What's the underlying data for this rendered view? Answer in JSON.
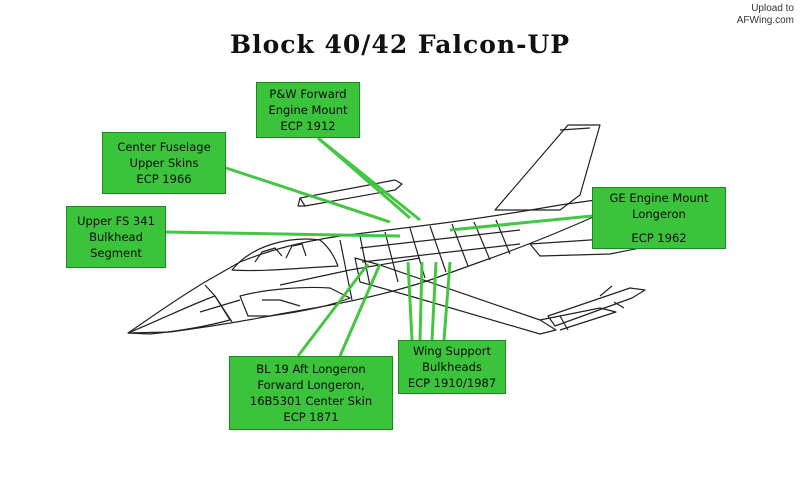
{
  "watermark": {
    "line1": "Upload to",
    "line2": "AFWing.com"
  },
  "title": "Block 40/42 Falcon-UP",
  "callouts": {
    "pw_mount": {
      "lines": [
        "P&W Forward",
        "Engine Mount",
        "ECP 1912"
      ]
    },
    "center_fuselage": {
      "lines": [
        "Center Fuselage",
        "Upper Skins",
        "ECP 1966"
      ]
    },
    "upper_fs341": {
      "lines": [
        "Upper FS 341",
        "Bulkhead",
        "Segment"
      ]
    },
    "ge_mount": {
      "lines": [
        "GE Engine Mount",
        "Longeron",
        "ECP 1962"
      ]
    },
    "wing_support": {
      "lines": [
        "Wing Support",
        "Bulkheads",
        "ECP 1910/1987"
      ]
    },
    "bl19": {
      "lines": [
        "BL 19 Aft Longeron",
        "Forward Longeron,",
        "16B5301 Center Skin",
        "ECP 1871"
      ]
    }
  },
  "colors": {
    "callout_fill": "#3bc43b",
    "leader": "#3bc43b",
    "outline": "#222222"
  }
}
